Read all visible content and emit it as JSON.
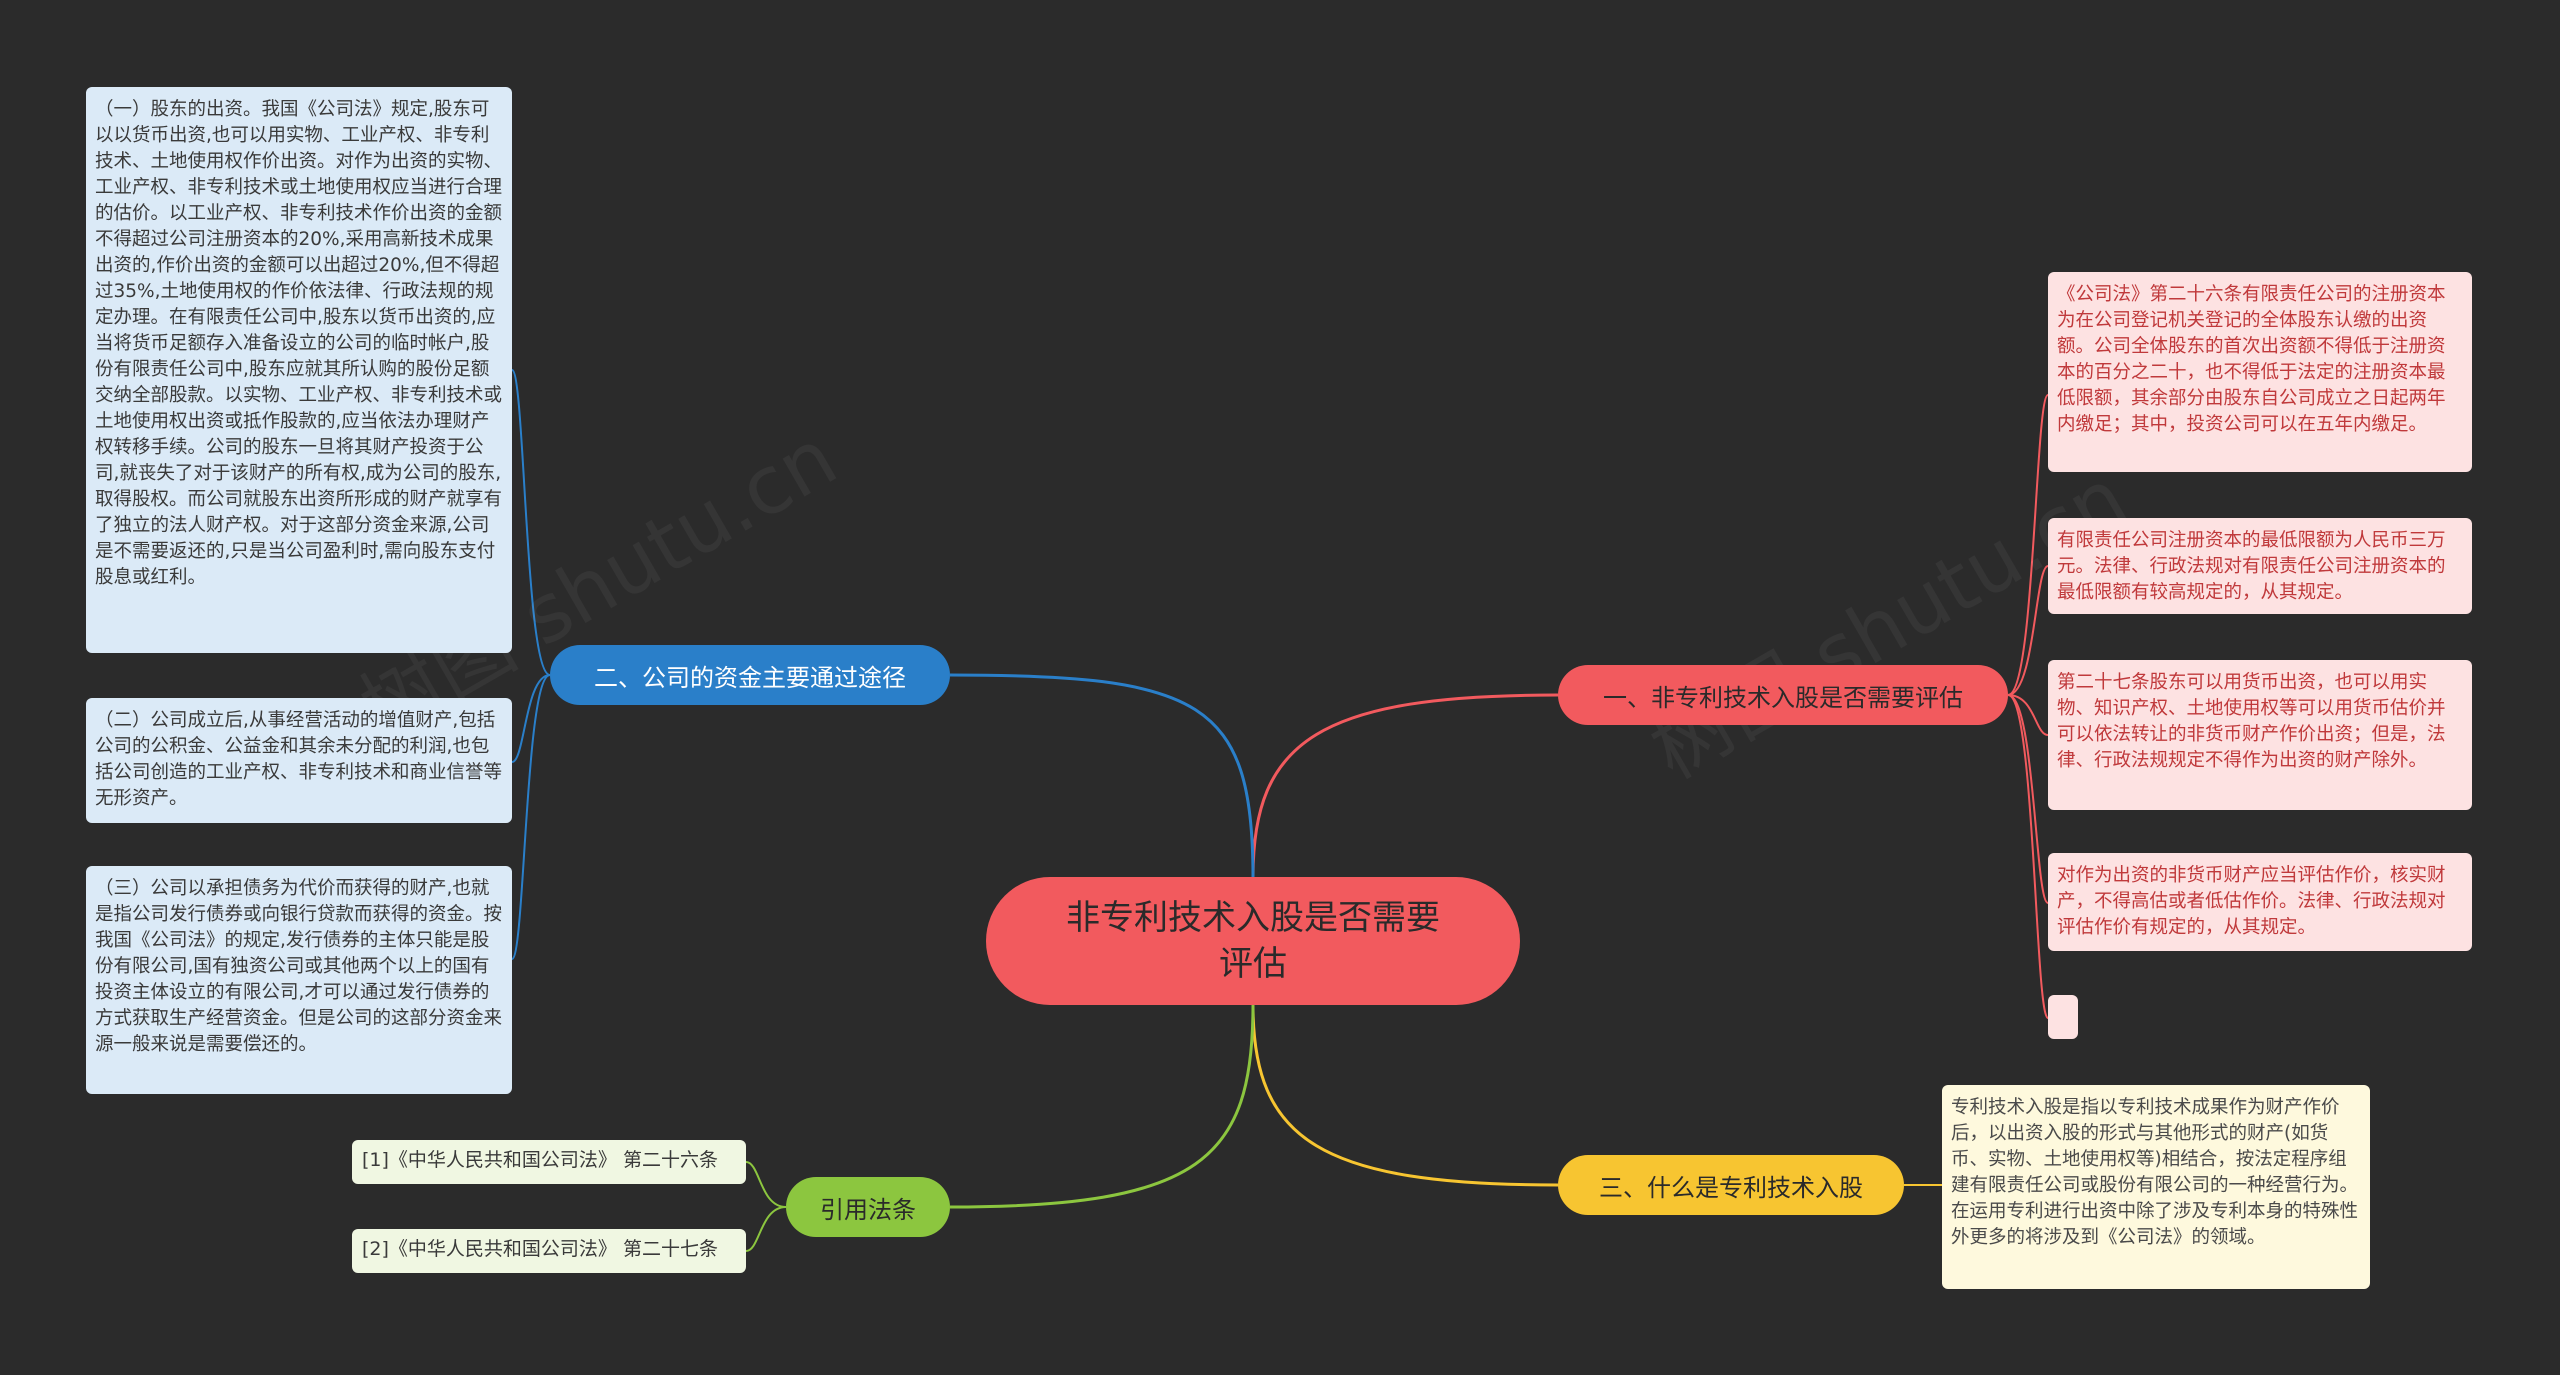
{
  "root": {
    "label": "非专利技术入股是否需要评估"
  },
  "branches": {
    "eval": {
      "label": "一、非专利技术入股是否需要评估",
      "color": "#f25a5e"
    },
    "funds": {
      "label": "二、公司的资金主要通过途径",
      "color": "#2a7fc9"
    },
    "patent": {
      "label": "三、什么是专利技术入股",
      "color": "#f7c531"
    },
    "laws": {
      "label": "引用法条",
      "color": "#8cc63f"
    }
  },
  "leaves": {
    "eval": [
      "《公司法》第二十六条有限责任公司的注册资本为在公司登记机关登记的全体股东认缴的出资额。公司全体股东的首次出资额不得低于注册资本的百分之二十，也不得低于法定的注册资本最低限额，其余部分由股东自公司成立之日起两年内缴足；其中，投资公司可以在五年内缴足。",
      "有限责任公司注册资本的最低限额为人民币三万元。法律、行政法规对有限责任公司注册资本的最低限额有较高规定的，从其规定。",
      "第二十七条股东可以用货币出资，也可以用实物、知识产权、土地使用权等可以用货币估价并可以依法转让的非货币财产作价出资；但是，法律、行政法规规定不得作为出资的财产除外。",
      "对作为出资的非货币财产应当评估作价，核实财产，不得高估或者低估作价。法律、行政法规对评估作价有规定的，从其规定。",
      ""
    ],
    "funds": [
      "（一）股东的出资。我国《公司法》规定,股东可以以货币出资,也可以用实物、工业产权、非专利技术、土地使用权作价出资。对作为出资的实物、工业产权、非专利技术或土地使用权应当进行合理的估价。以工业产权、非专利技术作价出资的金额不得超过公司注册资本的20%,采用高新技术成果出资的,作价出资的金额可以出超过20%,但不得超过35%,土地使用权的作价依法律、行政法规的规定办理。在有限责任公司中,股东以货币出资的,应当将货币足额存入准备设立的公司的临时帐户,股份有限责任公司中,股东应就其所认购的股份足额交纳全部股款。以实物、工业产权、非专利技术或土地使用权出资或抵作股款的,应当依法办理财产权转移手续。公司的股东一旦将其财产投资于公司,就丧失了对于该财产的所有权,成为公司的股东,取得股权。而公司就股东出资所形成的财产就享有了独立的法人财产权。对于这部分资金来源,公司是不需要返还的,只是当公司盈利时,需向股东支付股息或红利。",
      "（二）公司成立后,从事经营活动的增值财产,包括公司的公积金、公益金和其余未分配的利润,也包括公司创造的工业产权、非专利技术和商业信誉等无形资产。",
      "（三）公司以承担债务为代价而获得的财产,也就是指公司发行债券或向银行贷款而获得的资金。按我国《公司法》的规定,发行债券的主体只能是股份有限公司,国有独资公司或其他两个以上的国有投资主体设立的有限公司,才可以通过发行债券的方式获取生产经营资金。但是公司的这部分资金来源一般来说是需要偿还的。"
    ],
    "patent": [
      "专利技术入股是指以专利技术成果作为财产作价后，以出资入股的形式与其他形式的财产(如货币、实物、土地使用权等)相结合，按法定程序组建有限责任公司或股份有限公司的一种经营行为。在运用专利进行出资中除了涉及专利本身的特殊性外更多的将涉及到《公司法》的领域。"
    ],
    "laws": [
      "[1]《中华人民共和国公司法》 第二十六条",
      "[2]《中华人民共和国公司法》 第二十七条"
    ]
  },
  "watermark": "树图 shutu.cn"
}
